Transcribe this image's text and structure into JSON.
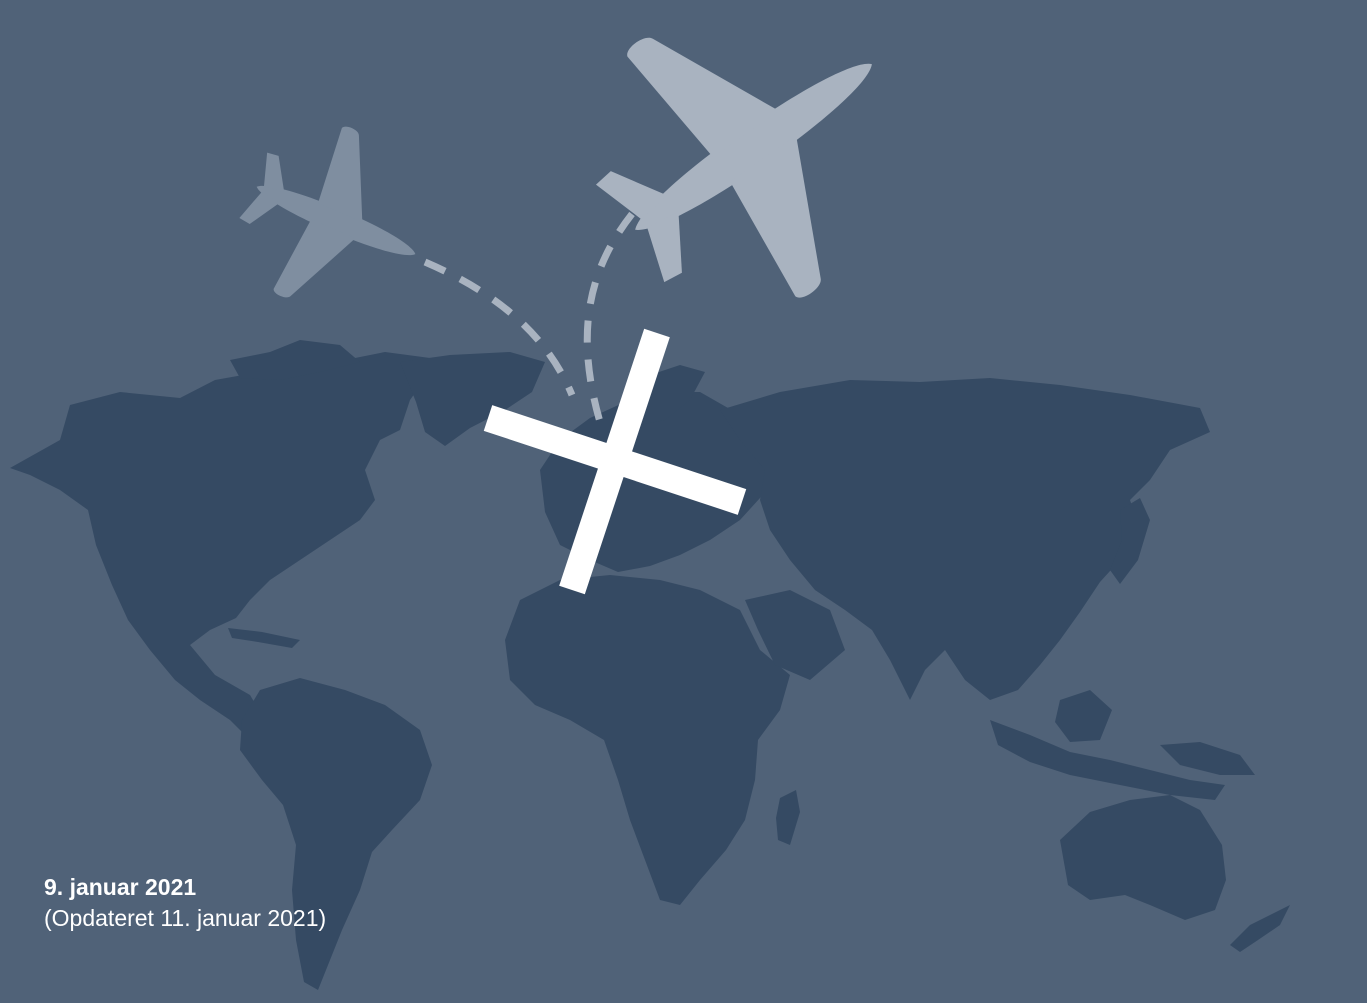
{
  "caption": {
    "date": "9. januar 2021",
    "updated": "(Opdateret 11. januar 2021)"
  },
  "colors": {
    "background": "#506278",
    "land": "#354a63",
    "plane_small": "#7f8ea0",
    "plane_large": "#a9b3c0",
    "flight_path": "#a9b3c0",
    "cross": "#ffffff",
    "text": "#ffffff"
  },
  "icons": [
    "world-map",
    "airplane-icon",
    "airplane-icon",
    "cross-icon"
  ]
}
